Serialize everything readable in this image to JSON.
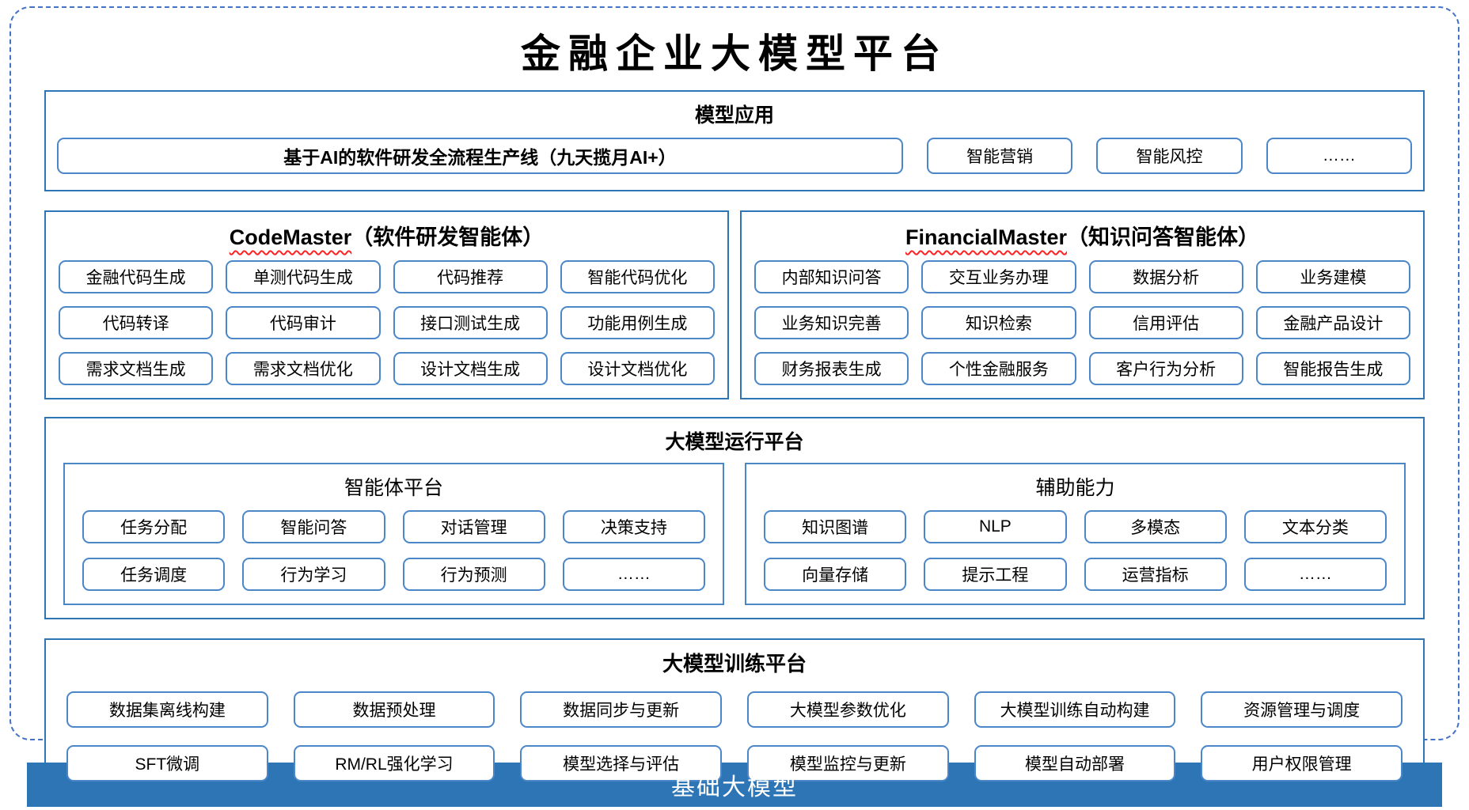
{
  "title": "金融企业大模型平台",
  "model_app": {
    "title": "模型应用",
    "pipeline": "基于AI的软件研发全流程生产线（九天揽月AI+）",
    "items": [
      "智能营销",
      "智能风控",
      "……"
    ]
  },
  "agents": [
    {
      "name": "CodeMaster",
      "suffix": "（软件研发智能体）",
      "items": [
        "金融代码生成",
        "单测代码生成",
        "代码推荐",
        "智能代码优化",
        "代码转译",
        "代码审计",
        "接口测试生成",
        "功能用例生成",
        "需求文档生成",
        "需求文档优化",
        "设计文档生成",
        "设计文档优化"
      ]
    },
    {
      "name": "FinancialMaster",
      "suffix": "（知识问答智能体）",
      "items": [
        "内部知识问答",
        "交互业务办理",
        "数据分析",
        "业务建模",
        "业务知识完善",
        "知识检索",
        "信用评估",
        "金融产品设计",
        "财务报表生成",
        "个性金融服务",
        "客户行为分析",
        "智能报告生成"
      ]
    }
  ],
  "runtime": {
    "title": "大模型运行平台",
    "groups": [
      {
        "title": "智能体平台",
        "items": [
          "任务分配",
          "智能问答",
          "对话管理",
          "决策支持",
          "任务调度",
          "行为学习",
          "行为预测",
          "……"
        ]
      },
      {
        "title": "辅助能力",
        "items": [
          "知识图谱",
          "NLP",
          "多模态",
          "文本分类",
          "向量存储",
          "提示工程",
          "运营指标",
          "……"
        ]
      }
    ]
  },
  "training": {
    "title": "大模型训练平台",
    "items": [
      "数据集离线构建",
      "数据预处理",
      "数据同步与更新",
      "大模型参数优化",
      "大模型训练自动构建",
      "资源管理与调度",
      "SFT微调",
      "RM/RL强化学习",
      "模型选择与评估",
      "模型监控与更新",
      "模型自动部署",
      "用户权限管理"
    ]
  },
  "foundation": {
    "label": "基础大模型"
  },
  "colors": {
    "accent": "#2E75B6",
    "box_border": "#4A86C8",
    "dashed_border": "#4472C4",
    "bar_bg": "#2E75B6",
    "bar_text": "#FFFFFF",
    "squiggle": "#FF2222"
  }
}
